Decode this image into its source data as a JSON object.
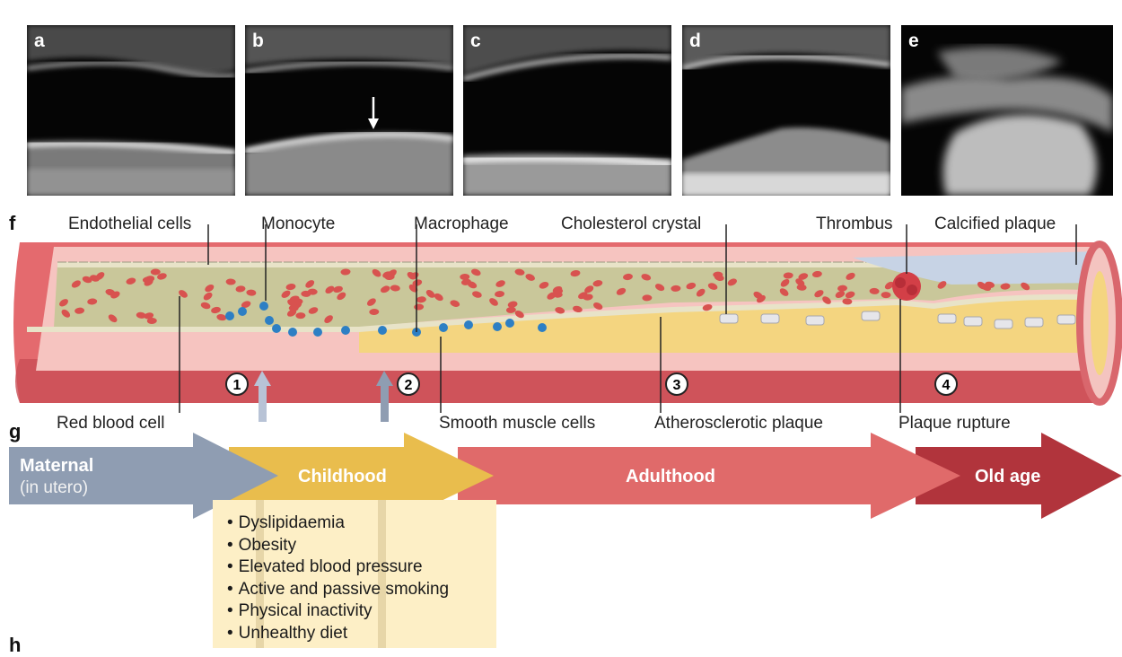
{
  "panels": [
    {
      "letter": "a"
    },
    {
      "letter": "b"
    },
    {
      "letter": "c"
    },
    {
      "letter": "d"
    },
    {
      "letter": "e"
    }
  ],
  "section_f": "f",
  "section_g": "g",
  "section_h": "h",
  "labels_top": {
    "endothelial": "Endothelial cells",
    "monocyte": "Monocyte",
    "macrophage": "Macrophage",
    "cholesterol": "Cholesterol crystal",
    "thrombus": "Thrombus",
    "calcified": "Calcified plaque"
  },
  "labels_bottom": {
    "rbc": "Red blood cell",
    "smooth": "Smooth muscle cells",
    "plaque": "Atherosclerotic plaque",
    "rupture": "Plaque rupture"
  },
  "stages": [
    "1",
    "2",
    "3",
    "4"
  ],
  "timeline": {
    "maternal": "Maternal",
    "maternal_sub": "(in utero)",
    "childhood": "Childhood",
    "adulthood": "Adulthood",
    "old_age": "Old age"
  },
  "risk_factors": [
    "Dyslipidaemia",
    "Obesity",
    "Elevated blood pressure",
    "Active and passive smoking",
    "Physical inactivity",
    "Unhealthy diet"
  ],
  "colors": {
    "artery_wall": "#e46a6e",
    "intima_pink": "#f6c4c0",
    "lumen": "#c9c79a",
    "plaque": "#f4d580",
    "maternal_arrow": "#8f9db2",
    "childhood_arrow": "#e9bd4d",
    "adulthood_arrow": "#e06a6a",
    "oldage_arrow": "#b1343c"
  }
}
